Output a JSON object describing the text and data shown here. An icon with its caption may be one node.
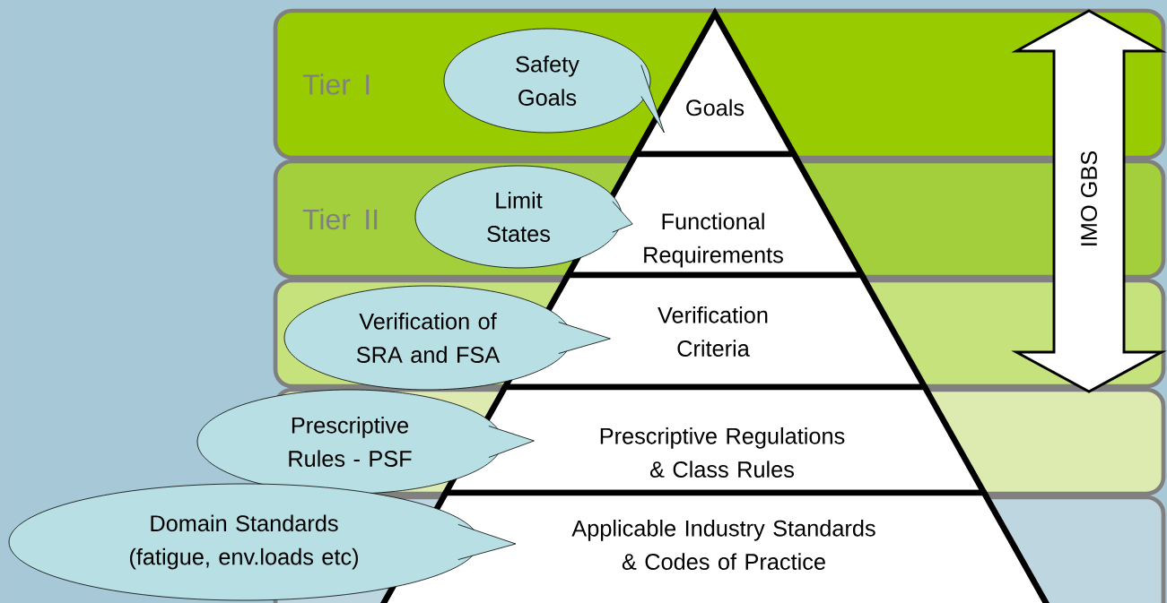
{
  "diagram": {
    "nodes": [
      {
        "text": [
          "Tier I"
        ]
      },
      {
        "text": [
          "Tier II"
        ]
      },
      {
        "text": [],
        "shape": "band"
      },
      {
        "text": [],
        "shape": "band"
      },
      {
        "text": [],
        "shape": "band"
      },
      {
        "text": [
          "Goals"
        ],
        "in": 0
      },
      {
        "text": [
          "Functional Requirements"
        ],
        "in": 1
      },
      {
        "text": [
          "Verification Criteria"
        ],
        "in": 2
      },
      {
        "text": [
          "Prescriptive Regulations & Class Rules"
        ],
        "in": 3
      },
      {
        "text": [
          "Applicable Industry Standards & Codes of Practice"
        ],
        "in": 4
      },
      {
        "text": [
          "Safety Goals"
        ],
        "in": 0
      },
      {
        "text": [
          "Limit States"
        ],
        "in": 1
      },
      {
        "text": [
          "Verification of SRA and FSA"
        ],
        "in": 2
      },
      {
        "text": [
          "Prescriptive Rules - PSF"
        ]
      },
      {
        "text": [
          "Domain Standards (fatigue, env.loads etc)"
        ]
      },
      {
        "text": [
          "IMO GBS"
        ]
      }
    ],
    "edges": [
      {
        "from": 10,
        "to": 5,
        "arrow": "to"
      },
      {
        "from": 11,
        "to": 6,
        "arrow": "to"
      },
      {
        "from": 12,
        "to": 7,
        "arrow": "to"
      },
      {
        "from": 13,
        "to": 8,
        "arrow": "to"
      },
      {
        "from": 14,
        "to": 9,
        "arrow": "to"
      }
    ]
  }
}
